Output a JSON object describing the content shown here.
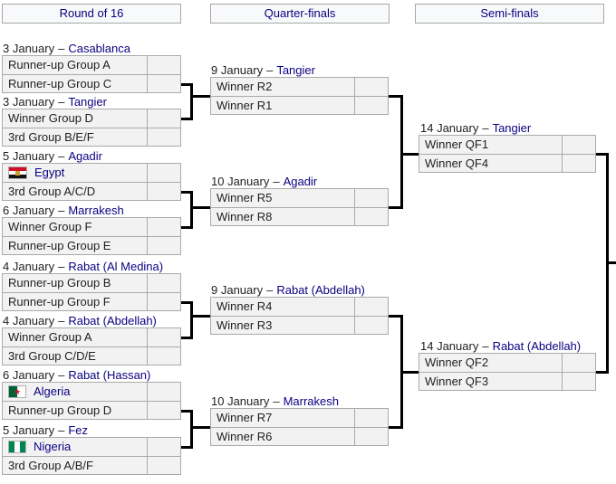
{
  "meta": {
    "dash": "–"
  },
  "colors": {
    "link_navy": "#0b0080",
    "text": "#202122",
    "row_bg": "#f2f2f2",
    "header_bg": "#f8f9fa",
    "box_border": "#aaaaaa",
    "connector_line": "#000000",
    "flag_egypt_red": "#ce1126",
    "flag_algeria_green": "#006233",
    "flag_nigeria_green": "#008751"
  },
  "headers": {
    "col1": "Round of 16",
    "col2": "Quarter-finals",
    "col3": "Semi-finals"
  },
  "icons": {
    "egypt_flag": "egypt-flag-icon",
    "algeria_flag": "algeria-flag-icon",
    "nigeria_flag": "nigeria-flag-icon"
  },
  "r16": [
    {
      "date": "3 January",
      "venue": "Casablanca",
      "home": "Runner-up Group A",
      "away": "Runner-up Group C"
    },
    {
      "date": "3 January",
      "venue": "Tangier",
      "home": "Winner Group D",
      "away": "3rd Group B/E/F"
    },
    {
      "date": "5 January",
      "venue": "Agadir",
      "home": "Egypt",
      "away": "3rd Group A/C/D",
      "home_flag": "egypt-flag-icon"
    },
    {
      "date": "6 January",
      "venue": "Marrakesh",
      "home": "Winner Group F",
      "away": "Runner-up Group E"
    },
    {
      "date": "4 January",
      "venue": "Rabat (Al Medina)",
      "home": "Runner-up Group B",
      "away": "Runner-up Group F"
    },
    {
      "date": "4 January",
      "venue": "Rabat (Abdellah)",
      "home": "Winner Group A",
      "away": "3rd Group C/D/E"
    },
    {
      "date": "6 January",
      "venue": "Rabat (Hassan)",
      "home": "Algeria",
      "away": "Runner-up Group D",
      "home_flag": "algeria-flag-icon"
    },
    {
      "date": "5 January",
      "venue": "Fez",
      "home": "Nigeria",
      "away": "3rd Group A/B/F",
      "home_flag": "nigeria-flag-icon"
    }
  ],
  "qf": [
    {
      "date": "9 January",
      "venue": "Tangier",
      "home": "Winner R2",
      "away": "Winner R1"
    },
    {
      "date": "10 January",
      "venue": "Agadir",
      "home": "Winner R5",
      "away": "Winner R8"
    },
    {
      "date": "9 January",
      "venue": "Rabat (Abdellah)",
      "home": "Winner R4",
      "away": "Winner R3"
    },
    {
      "date": "10 January",
      "venue": "Marrakesh",
      "home": "Winner R7",
      "away": "Winner R6"
    }
  ],
  "sf": [
    {
      "date": "14 January",
      "venue": "Tangier",
      "home": "Winner QF1",
      "away": "Winner QF4"
    },
    {
      "date": "14 January",
      "venue": "Rabat (Abdellah)",
      "home": "Winner QF2",
      "away": "Winner QF3"
    }
  ]
}
